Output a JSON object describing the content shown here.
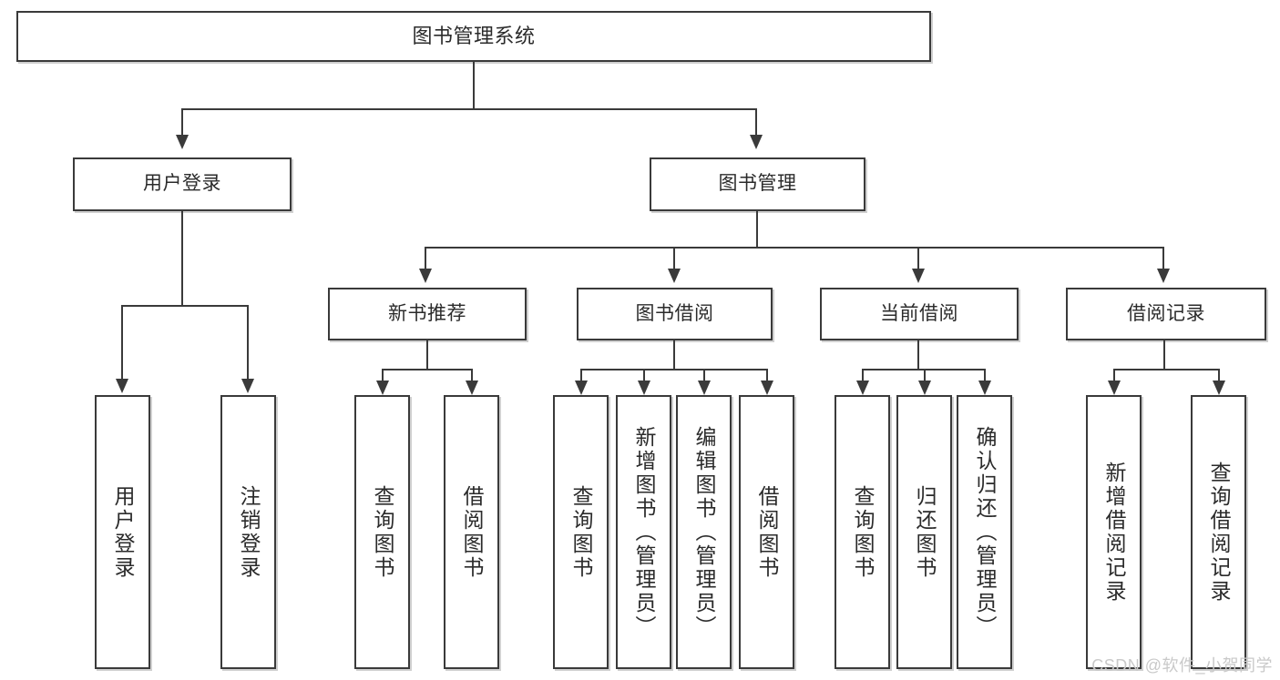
{
  "diagram": {
    "title": "图书管理系统",
    "type": "功能结构图",
    "watermark": "CSDN @软件_小贺同学",
    "colors": {
      "stroke": "#3a3a3a",
      "fill": "#ffffff",
      "text": "#2b2b2b",
      "shadow": "#aaaaaa",
      "watermark": "#c9c9c9"
    }
  },
  "nodes": {
    "root": {
      "label": "图书管理系统"
    },
    "level2": [
      {
        "id": "user-login",
        "label": "用户登录"
      },
      {
        "id": "book-manage",
        "label": "图书管理"
      }
    ],
    "level3": [
      {
        "id": "new-book-recommend",
        "label": "新书推荐"
      },
      {
        "id": "book-borrow",
        "label": "图书借阅"
      },
      {
        "id": "current-borrow",
        "label": "当前借阅"
      },
      {
        "id": "borrow-record",
        "label": "借阅记录"
      }
    ],
    "leaves": {
      "user_login": [
        {
          "id": "leaf-user-login",
          "label": "用户登录"
        },
        {
          "id": "leaf-logout-login",
          "label": "注销登录"
        }
      ],
      "new_book_recommend": [
        {
          "id": "leaf-query-book-1",
          "label": "查询图书"
        },
        {
          "id": "leaf-borrow-book-1",
          "label": "借阅图书"
        }
      ],
      "book_borrow": [
        {
          "id": "leaf-query-book-2",
          "label": "查询图书"
        },
        {
          "id": "leaf-add-book",
          "label": "新增图书（管理员）"
        },
        {
          "id": "leaf-edit-book",
          "label": "编辑图书（管理员）"
        },
        {
          "id": "leaf-borrow-book-2",
          "label": "借阅图书"
        }
      ],
      "current_borrow": [
        {
          "id": "leaf-query-book-3",
          "label": "查询图书"
        },
        {
          "id": "leaf-return-book",
          "label": "归还图书"
        },
        {
          "id": "leaf-confirm-return",
          "label": "确认归还（管理员）"
        }
      ],
      "borrow_record": [
        {
          "id": "leaf-add-record",
          "label": "新增借阅记录"
        },
        {
          "id": "leaf-query-record",
          "label": "查询借阅记录"
        }
      ]
    }
  }
}
